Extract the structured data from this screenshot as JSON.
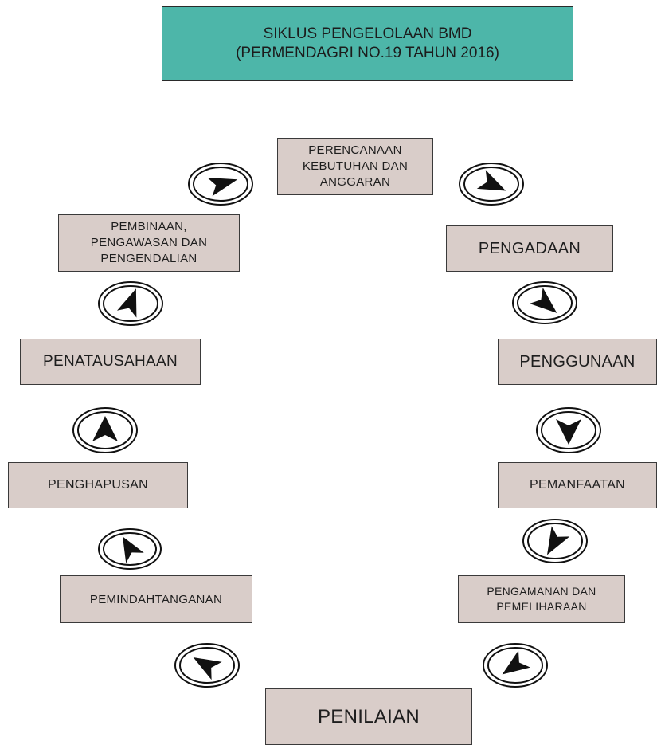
{
  "title": {
    "line1": "SIKLUS PENGELOLAAN BMD",
    "line2": "(PERMENDAGRI NO.19 TAHUN 2016)",
    "color": "#4db6a9"
  },
  "step_color": "#d9cdc9",
  "steps": {
    "perencanaan": "PERENCANAAN\nKEBUTUHAN DAN\nANGGARAN",
    "pengadaan": "PENGADAAN",
    "penggunaan": "PENGGUNAAN",
    "pemanfaatan": "PEMANFAATAN",
    "pengamanan": "PENGAMANAN DAN\nPEMELIHARAAN",
    "penilaian": "PENILAIAN",
    "pemindahtanganan": "PEMINDAHTANGANAN",
    "penghapusan": "PENGHAPUSAN",
    "penatausahaan": "PENATAUSAHAAN",
    "pembinaan": "PEMBINAAN,\nPENGAWASAN DAN\nPENGENDALIAN"
  },
  "arrows": [
    {
      "name": "arrow-perencanaan-to-pengadaan-icon",
      "direction": "down-right"
    },
    {
      "name": "arrow-pengadaan-to-penggunaan-icon",
      "direction": "down-right"
    },
    {
      "name": "arrow-penggunaan-to-pemanfaatan-icon",
      "direction": "down"
    },
    {
      "name": "arrow-pemanfaatan-to-pengamanan-icon",
      "direction": "down-left"
    },
    {
      "name": "arrow-pengamanan-to-penilaian-icon",
      "direction": "down-left"
    },
    {
      "name": "arrow-penilaian-to-pemindahtanganan-icon",
      "direction": "up-left"
    },
    {
      "name": "arrow-pemindahtanganan-to-penghapusan-icon",
      "direction": "up"
    },
    {
      "name": "arrow-penghapusan-to-penatausahaan-icon",
      "direction": "up"
    },
    {
      "name": "arrow-penatausahaan-to-pembinaan-icon",
      "direction": "up"
    },
    {
      "name": "arrow-pembinaan-to-perencanaan-icon",
      "direction": "right"
    }
  ]
}
